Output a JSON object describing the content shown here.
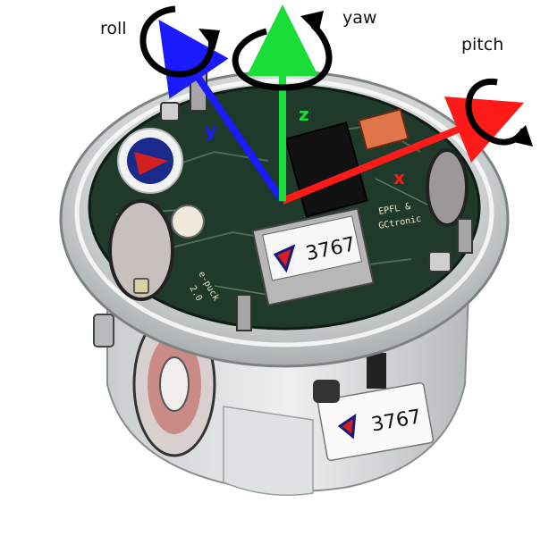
{
  "rotation_labels": {
    "roll": "roll",
    "yaw": "yaw",
    "pitch": "pitch"
  },
  "axis_labels": {
    "x": "x",
    "y": "y",
    "z": "z"
  },
  "stickers": {
    "top_module_id": "3767",
    "front_id": "3767"
  },
  "board_text": {
    "epfl": "EPFL &",
    "gctronic": "GCtronic",
    "epuck": "e-puck",
    "version": "2.0"
  },
  "colors": {
    "x_axis": "#ff1a1a",
    "y_axis": "#1a1aff",
    "z_axis": "#1add3a",
    "pcb": "#1f3a2a",
    "shell": "#d9dcdc"
  }
}
